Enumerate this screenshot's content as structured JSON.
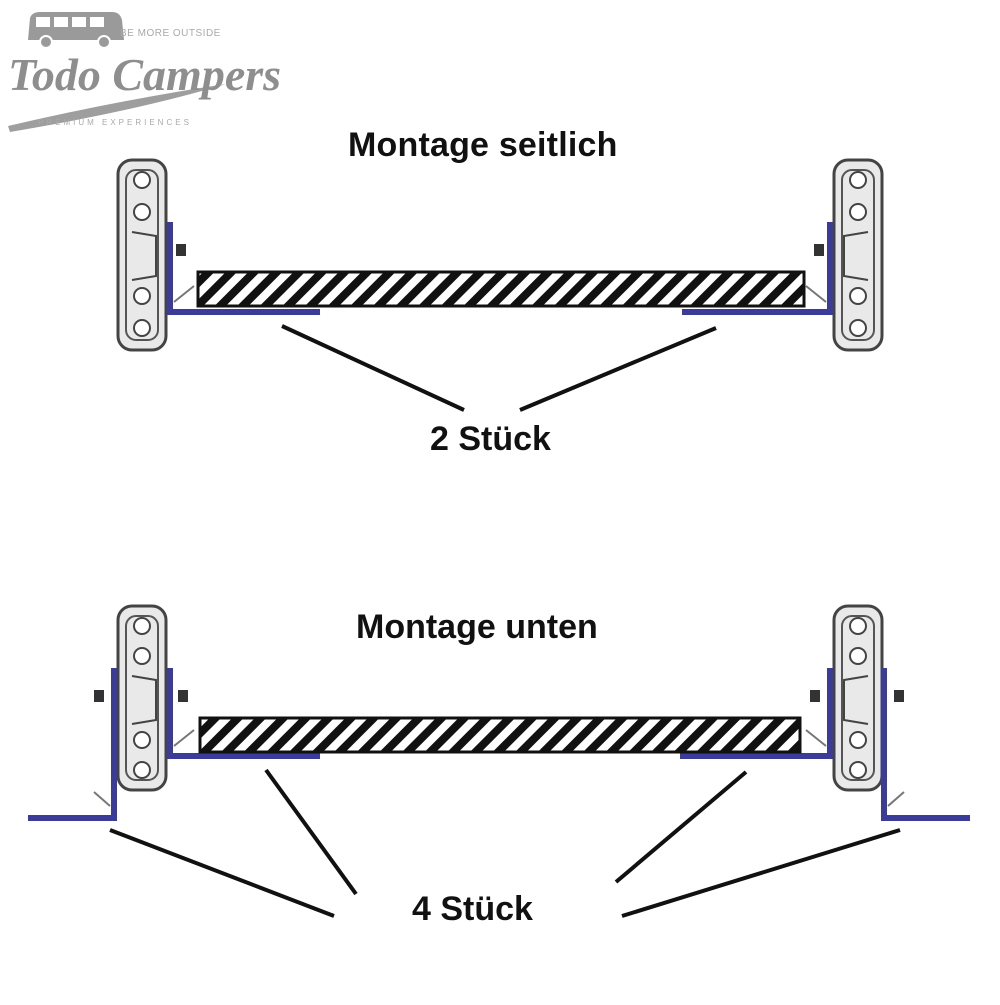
{
  "logo": {
    "tagline": "BE MORE OUTSIDE",
    "brand": "Todo Campers",
    "subline": "PREMIUM EXPERIENCES"
  },
  "top_diagram": {
    "title": "Montage seitlich",
    "count_label": "2 Stück"
  },
  "bottom_diagram": {
    "title": "Montage unten",
    "count_label": "4 Stück"
  },
  "colors": {
    "bracket": "#3b3b9a",
    "rail_outline": "#444444",
    "rail_fill": "#e9e9e9",
    "panel_hatch": "#111111",
    "leader_line": "#111111"
  }
}
